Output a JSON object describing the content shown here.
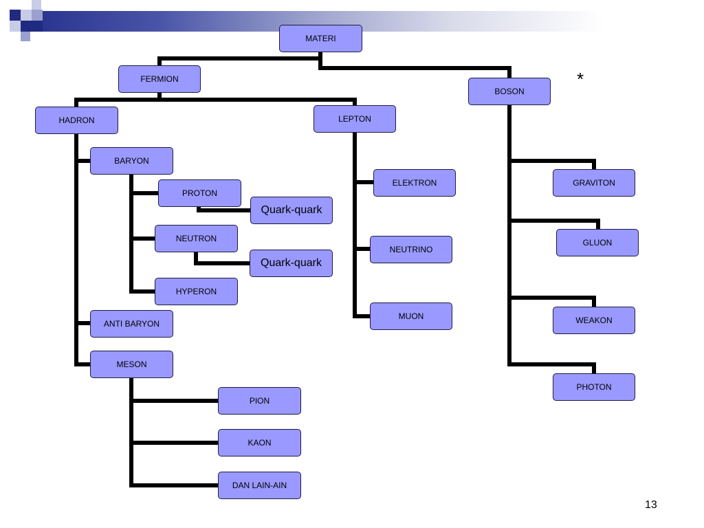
{
  "nodes": {
    "materi": "MATERI",
    "fermion": "FERMION",
    "boson": "BOSON",
    "hadron": "HADRON",
    "lepton": "LEPTON",
    "baryon": "BARYON",
    "proton": "PROTON",
    "neutron": "NEUTRON",
    "hyperon": "HYPERON",
    "quark1": "Quark-quark",
    "quark2": "Quark-quark",
    "anti_baryon": "ANTI BARYON",
    "meson": "MESON",
    "pion": "PION",
    "kaon": "KAON",
    "dan_lain": "DAN LAIN-AIN",
    "elektron": "ELEKTRON",
    "neutrino": "NEUTRINO",
    "muon": "MUON",
    "graviton": "GRAVITON",
    "gluon": "GLUON",
    "weakon": "WEAKON",
    "photon": "PHOTON"
  },
  "star": "*",
  "page_number": "13",
  "colors": {
    "node_fill": "#9999ff",
    "node_border": "#1a1a40",
    "connector": "#000000",
    "accent_dark": "#1f2a80",
    "accent_light": "#9aa0d0"
  }
}
